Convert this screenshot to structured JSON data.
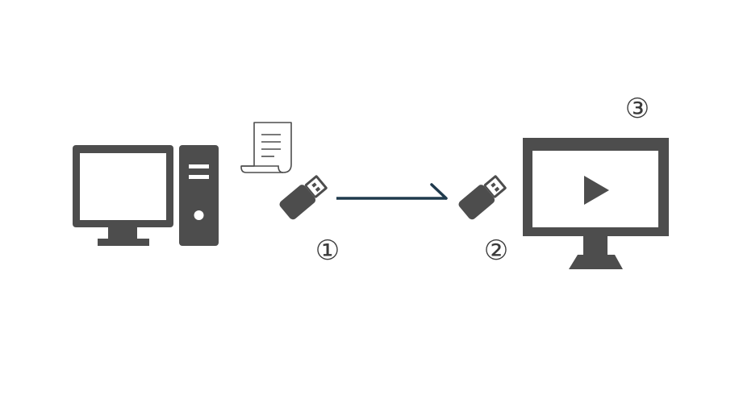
{
  "colors": {
    "icon": "#4d4d4d",
    "arrow": "#1f3a4d",
    "document_outline": "#4d4d4d",
    "background": "#ffffff"
  },
  "icons": {
    "pc": "desktop-pc-icon",
    "document": "document-icon",
    "usb_source": "usb-stick-icon",
    "usb_target": "usb-stick-icon",
    "monitor": "monitor-play-icon"
  },
  "steps": {
    "step1": "①",
    "step2": "②",
    "step3": "③"
  }
}
